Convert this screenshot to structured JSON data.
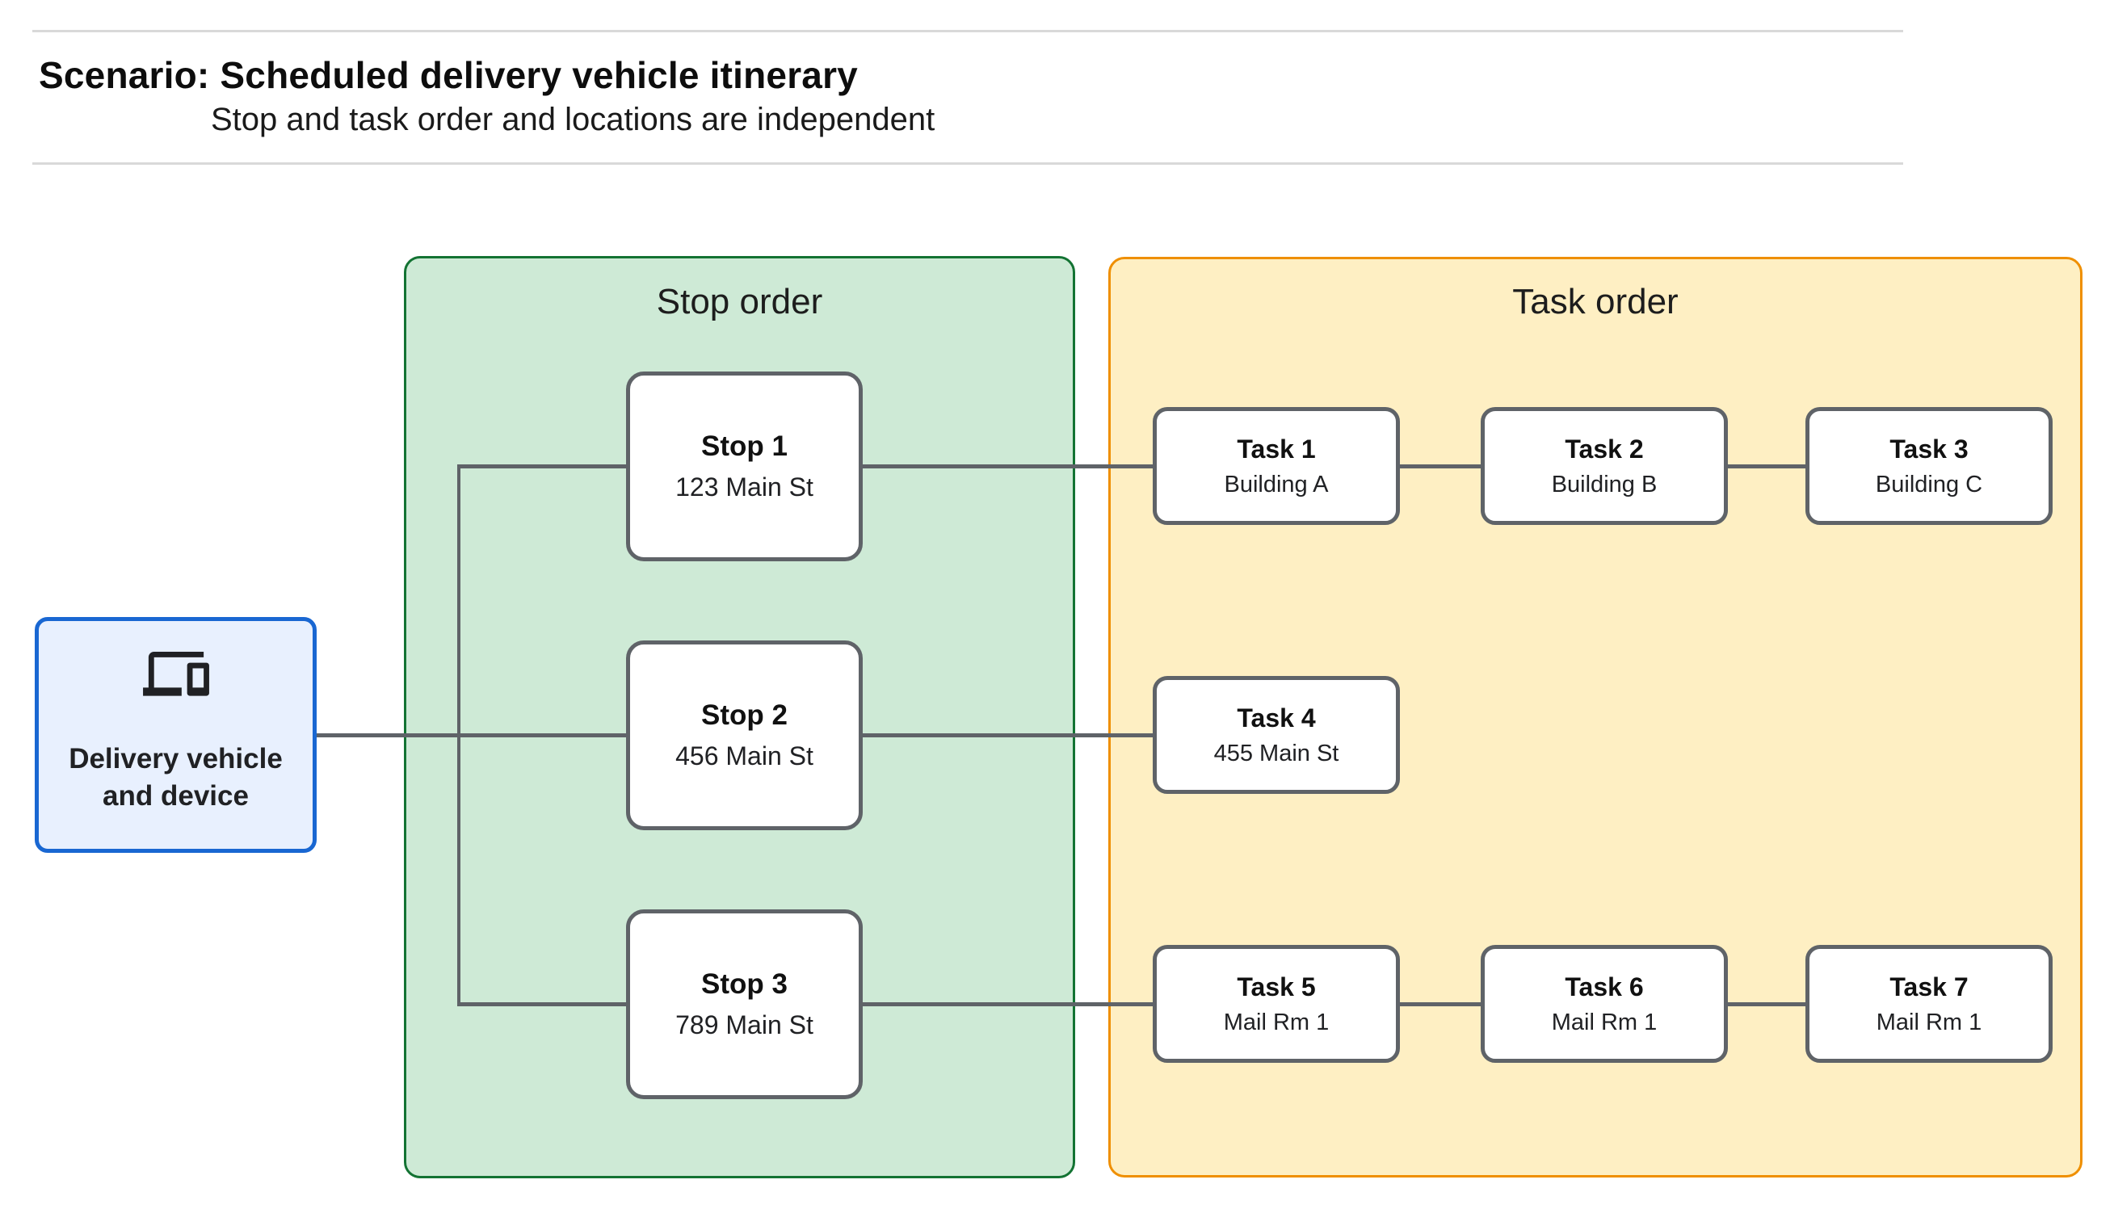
{
  "header": {
    "title": "Scenario: Scheduled delivery vehicle itinerary",
    "subtitle": "Stop and task order and locations are independent"
  },
  "device": {
    "label": "Delivery vehicle and device",
    "icon": "devices-icon"
  },
  "groups": {
    "stop_order": {
      "title": "Stop order",
      "fill": "#ceead6",
      "border": "#137333"
    },
    "task_order": {
      "title": "Task order",
      "fill": "#feefc3",
      "border": "#ef8f00"
    }
  },
  "stops": [
    {
      "title": "Stop 1",
      "location": "123 Main St"
    },
    {
      "title": "Stop 2",
      "location": "456 Main St"
    },
    {
      "title": "Stop 3",
      "location": "789 Main St"
    }
  ],
  "tasks": [
    {
      "title": "Task 1",
      "location": "Building A"
    },
    {
      "title": "Task 2",
      "location": "Building B"
    },
    {
      "title": "Task 3",
      "location": "Building C"
    },
    {
      "title": "Task 4",
      "location": "455 Main St"
    },
    {
      "title": "Task 5",
      "location": "Mail Rm 1"
    },
    {
      "title": "Task 6",
      "location": "Mail Rm 1"
    },
    {
      "title": "Task 7",
      "location": "Mail Rm 1"
    }
  ],
  "colors": {
    "device_fill": "#e8f0fe",
    "device_border": "#1967d2",
    "node_border": "#5f6368",
    "connector": "#5f6368",
    "rule": "#d9d9d9"
  }
}
